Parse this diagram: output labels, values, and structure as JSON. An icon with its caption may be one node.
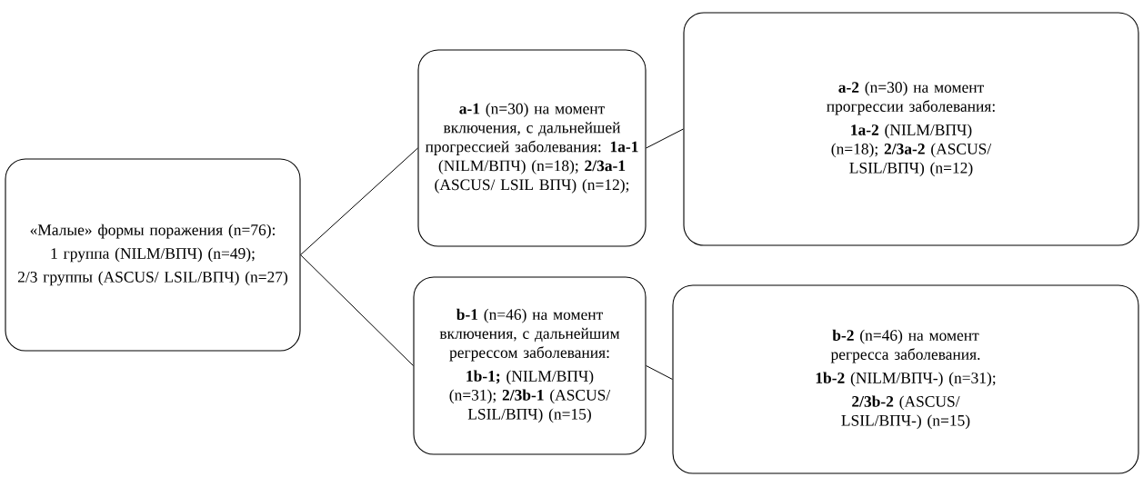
{
  "diagram": {
    "nodes": [
      {
        "text": [
          "«Малые» формы поражения (n=76):",
          "1 группа (NILM/ВПЧ) (n=49);",
          "2/3 группы (ASCUS/ LSIL/ВПЧ) (n=27)"
        ]
      },
      {
        "text": [
          "**a-1** (n=30) на момент включения, с дальнейшей прогрессией заболевания: **1a-1** (NILM/ВПЧ) (n=18); **2/3a-1** (ASCUS/ LSIL ВПЧ) (n=12);"
        ]
      },
      {
        "text": [
          "**a-2** (n=30) на момент прогрессии заболевания:",
          "**1a-2** (NILM/ВПЧ) (n=18); **2/3a-2** (ASCUS/ LSIL/ВПЧ) (n=12)"
        ]
      },
      {
        "text": [
          "**b-1** (n=46) на момент включения, с дальнейшим регрессом заболевания:",
          "**1b-1;** (NILM/ВПЧ) (n=31); **2/3b-1** (ASCUS/ LSIL/ВПЧ) (n=15)"
        ]
      },
      {
        "text": [
          "**b-2** (n=46) на момент регресса заболевания.",
          "**1b-2** (NILM/ВПЧ-) (n=31);",
          "**2/3b-2** (ASCUS/ LSIL/ВПЧ-) (n=15)"
        ]
      }
    ],
    "edges": [
      {
        "from": 0,
        "to": 1,
        "arrow": "none"
      },
      {
        "from": 0,
        "to": 3,
        "arrow": "none"
      },
      {
        "from": 1,
        "to": 2,
        "arrow": "none"
      },
      {
        "from": 3,
        "to": 4,
        "arrow": "none"
      }
    ]
  }
}
